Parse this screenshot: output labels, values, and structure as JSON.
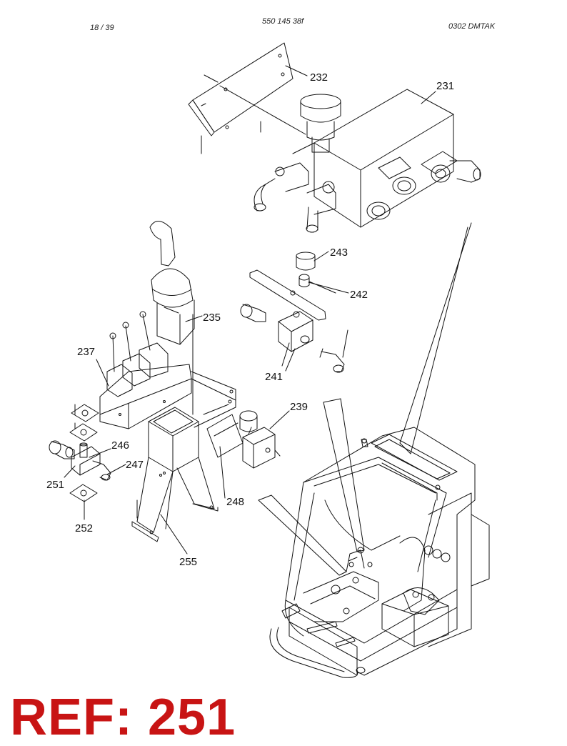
{
  "header": {
    "page": "18 / 39",
    "doc_number": "550 145 38f",
    "revision": "0302   DMTAK"
  },
  "callouts": {
    "c231": "231",
    "c232": "232",
    "c235": "235",
    "c237": "237",
    "c239": "239",
    "c241": "241",
    "c242": "242",
    "c243": "243",
    "c246": "246",
    "c247": "247",
    "c248": "248",
    "c251": "251",
    "c252": "252",
    "c255": "255"
  },
  "reference": {
    "label": "REF: 251"
  },
  "colors": {
    "ink": "#111111",
    "ref_red": "#c81414"
  }
}
